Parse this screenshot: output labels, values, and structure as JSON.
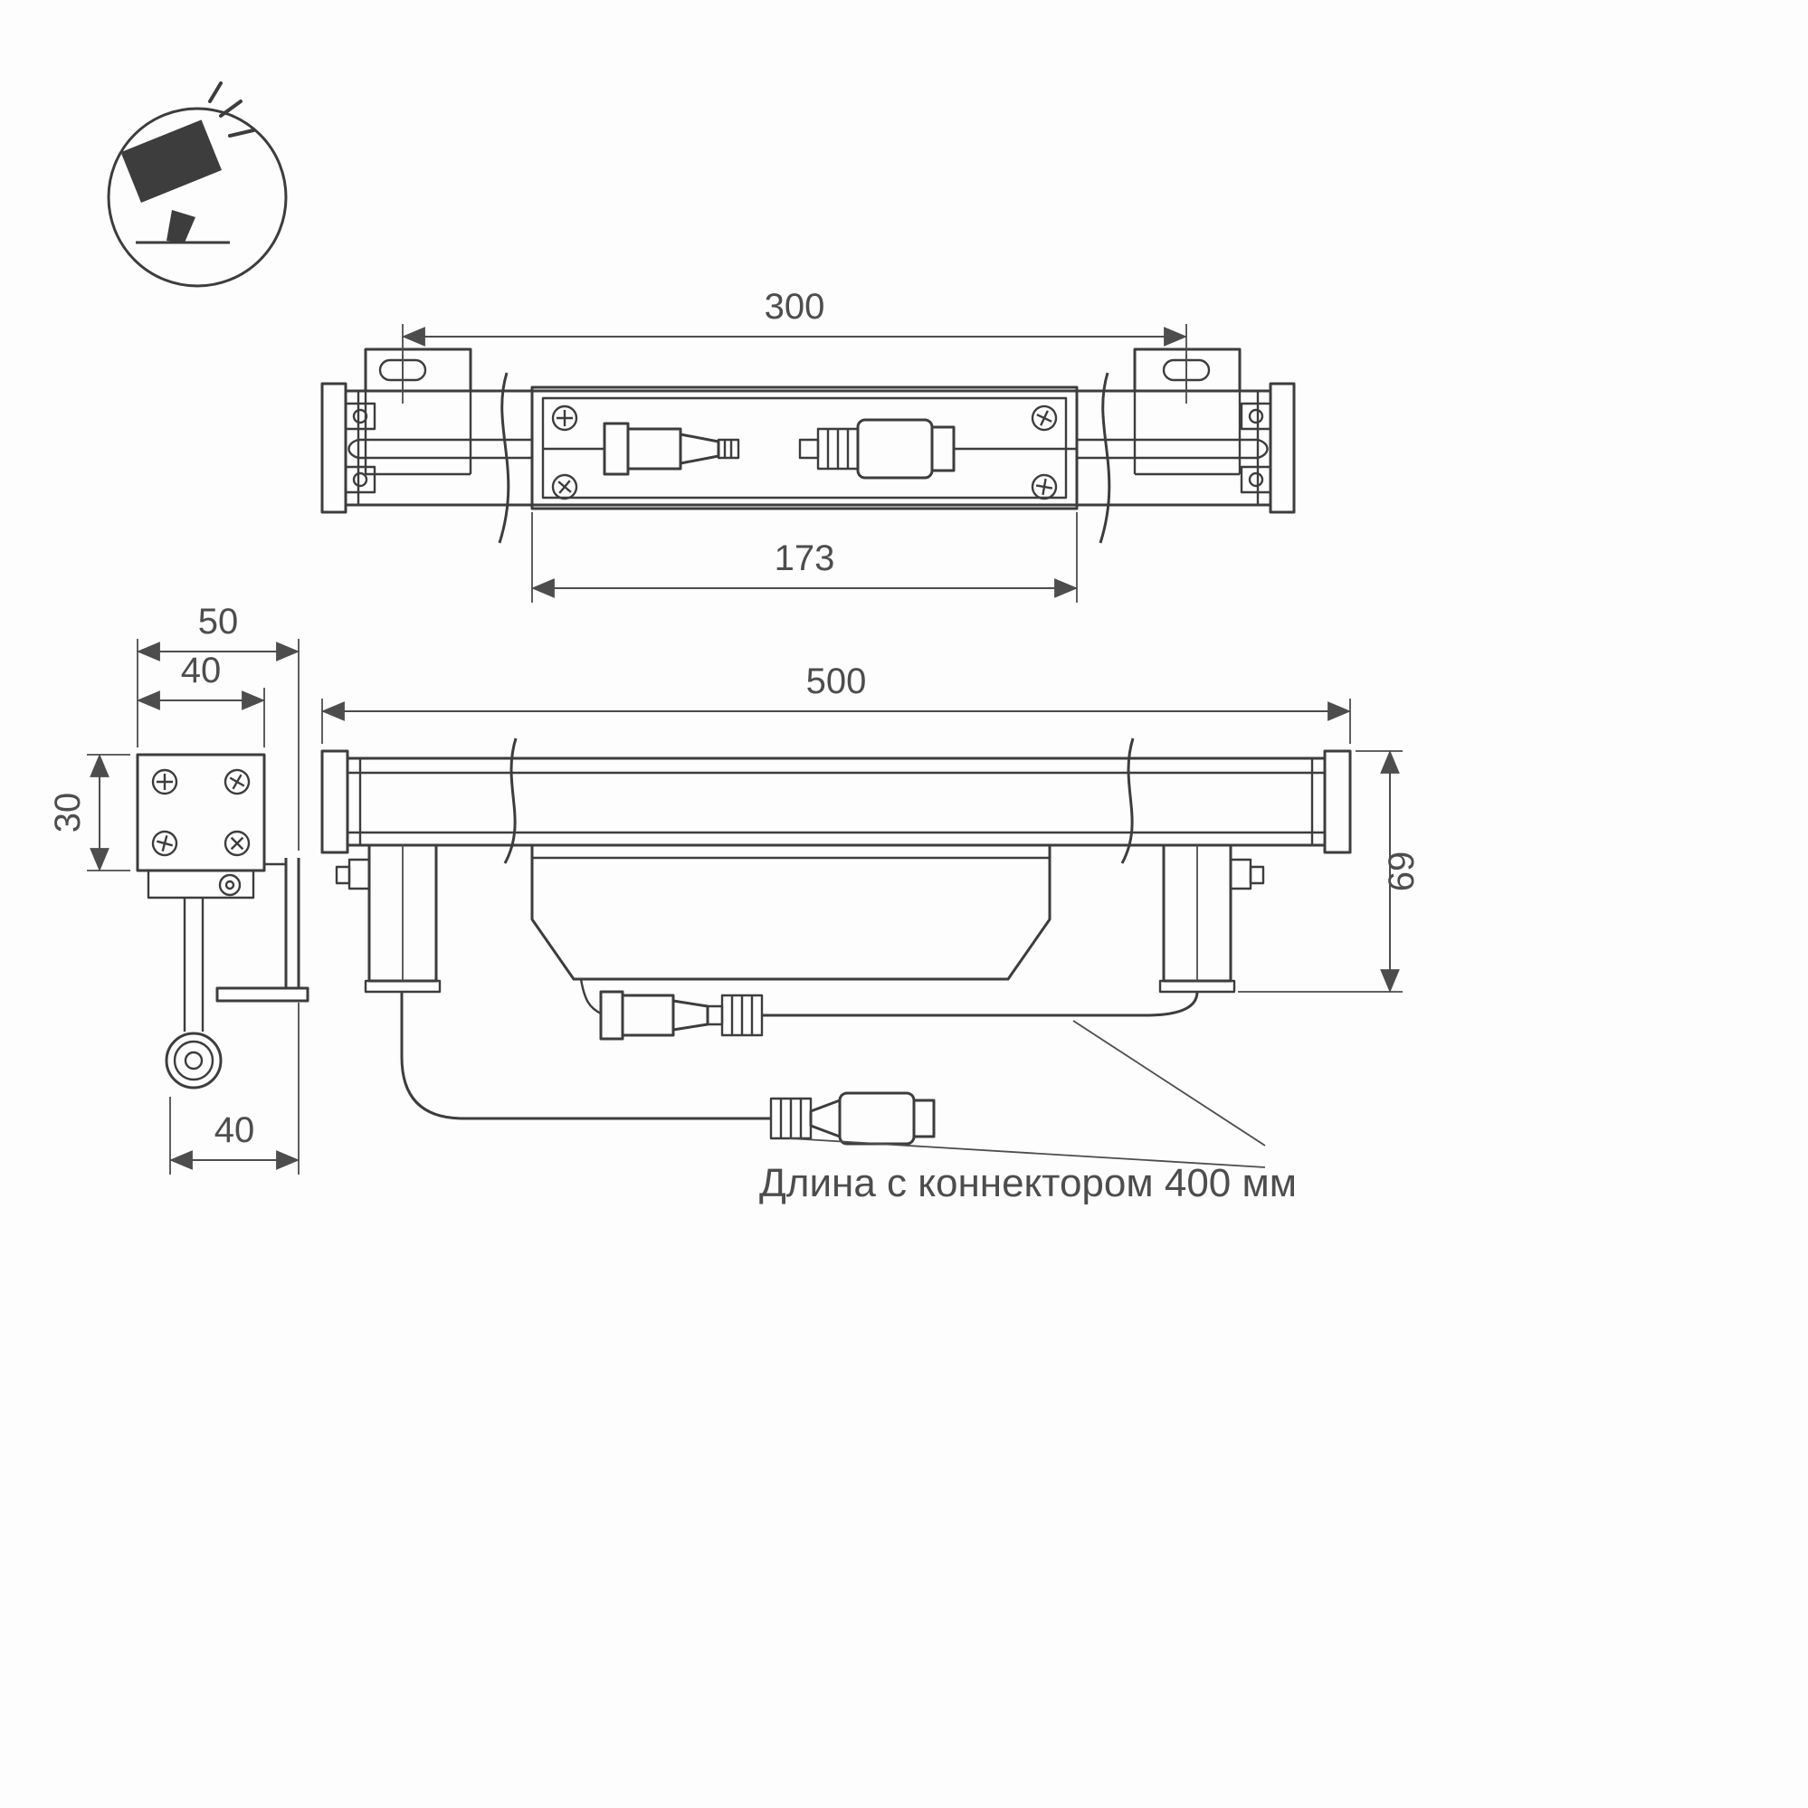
{
  "canvas": {
    "background": "#fdfdfd",
    "line_color": "#3d3d3d",
    "text_color": "#4d4d4d"
  },
  "icon": {
    "name": "tilted-floodlight-icon"
  },
  "views": {
    "top": {
      "dim_overall_mm": "300",
      "dim_inner_mm": "173"
    },
    "side": {
      "dim_depth_outer_mm": "50",
      "dim_depth_body_mm": "40",
      "dim_height_body_mm": "30",
      "dim_bottom_mm": "40"
    },
    "front": {
      "dim_length_mm": "500",
      "dim_height_mm": "69"
    }
  },
  "note": {
    "cable_length": "Длина с коннектором 400 мм"
  }
}
